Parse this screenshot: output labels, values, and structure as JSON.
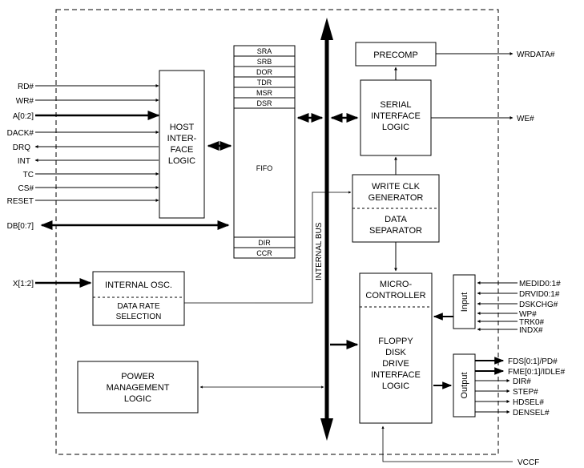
{
  "blocks": {
    "host": [
      "HOST",
      "INTER-",
      "FACE",
      "LOGIC"
    ],
    "fifo": "FIFO",
    "registers_top": [
      "SRA",
      "SRB",
      "DOR",
      "TDR",
      "MSR",
      "DSR"
    ],
    "registers_bottom": [
      "DIR",
      "CCR"
    ],
    "precomp": "PRECOMP",
    "serial": [
      "SERIAL",
      "INTERFACE",
      "LOGIC"
    ],
    "writeclk": [
      "WRITE CLK",
      "GENERATOR"
    ],
    "datasep": [
      "DATA",
      "SEPARATOR"
    ],
    "micro": [
      "MICRO-",
      "CONTROLLER"
    ],
    "floppy": [
      "FLOPPY",
      "DISK",
      "DRIVE",
      "INTERFACE",
      "LOGIC"
    ],
    "osc": "INTERNAL OSC.",
    "datarate": [
      "DATA RATE",
      "SELECTION"
    ],
    "power": [
      "POWER",
      "MANAGEMENT",
      "LOGIC"
    ],
    "input": "Input",
    "output": "Output",
    "bus": "INTERNAL BUS"
  },
  "host_signals": [
    "RD#",
    "WR#",
    "A[0:2]",
    "DACK#",
    "DRQ",
    "INT",
    "TC",
    "CS#",
    "RESET"
  ],
  "db": "DB[0:7]",
  "osc_input": "X[1:2]",
  "right_outputs": [
    "WRDATA#",
    "WE#"
  ],
  "input_signals": [
    "MEDID0:1#",
    "DRVID0:1#",
    "DSKCHG#",
    "WP#",
    "TRK0#",
    "INDX#"
  ],
  "output_signals": [
    "FDS[0:1]/PD#",
    "FME[0:1]/IDLE#",
    "DIR#",
    "STEP#",
    "HDSEL#",
    "DENSEL#"
  ],
  "vccf": "VCCF"
}
